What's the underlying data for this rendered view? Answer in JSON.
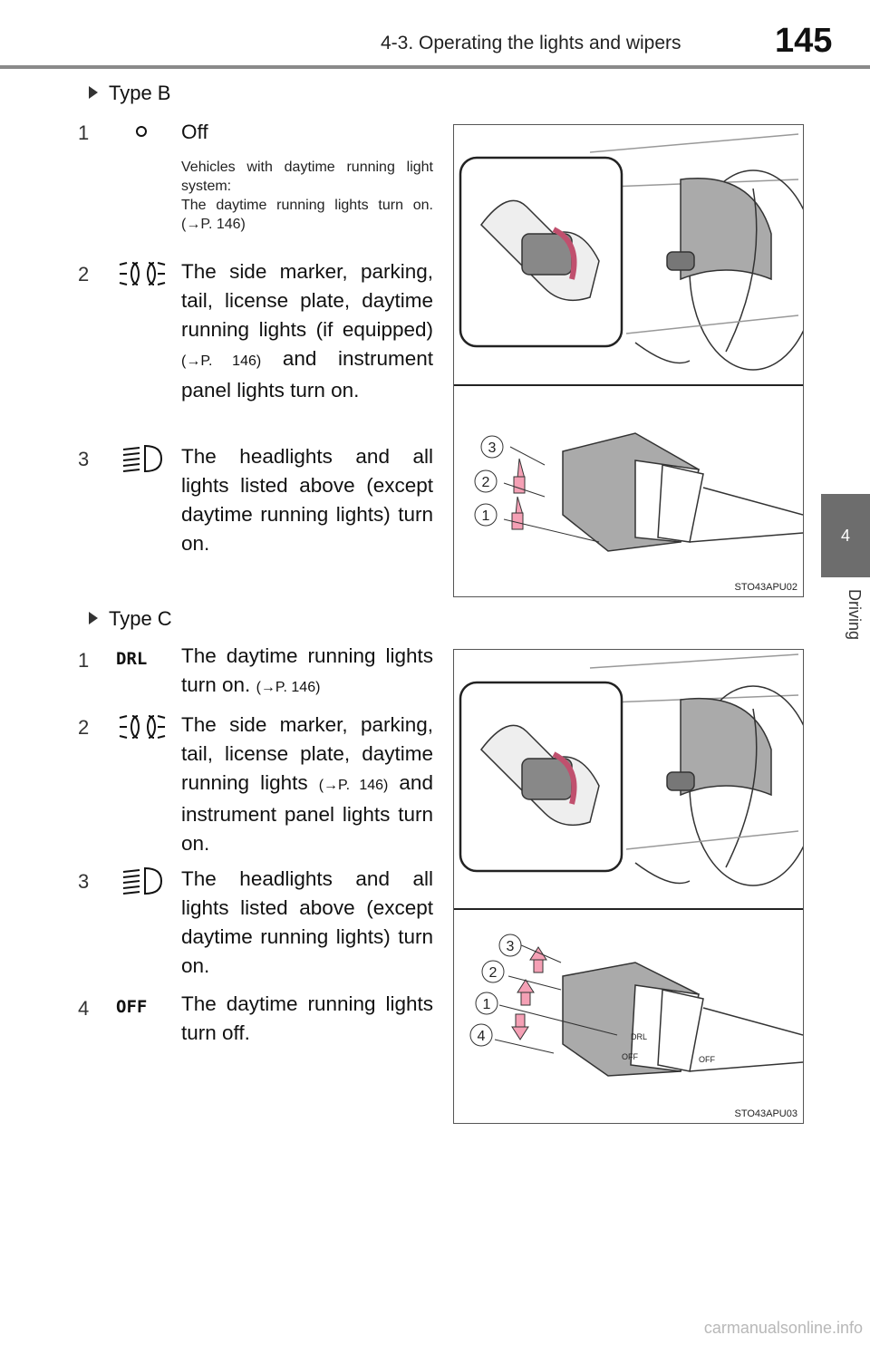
{
  "header": {
    "section": "4-3. Operating the lights and wipers",
    "page_number": "145"
  },
  "side_tab": {
    "chapter_number": "4",
    "chapter_title": "Driving"
  },
  "type_b": {
    "heading": "Type B",
    "items": [
      {
        "num": "1",
        "icon": "off-circle-icon",
        "text": "Off"
      },
      {
        "num": "2",
        "icon": "side-marker-lights-icon",
        "text": "The side marker, parking, tail, license plate, daytime running lights (if equipped)",
        "ref": "(→P. 146)",
        "text_after": "and instrument panel lights turn on."
      },
      {
        "num": "3",
        "icon": "headlight-icon",
        "text": "The headlights and all lights listed above (except daytime running lights) turn on."
      }
    ],
    "note_line1": "Vehicles with daytime running light system:",
    "note_line2": "The daytime running lights turn on.",
    "note_ref": "(→P. 146)",
    "illustration_code": "STO43APU02",
    "illustration_labels": [
      "3",
      "2",
      "1"
    ]
  },
  "type_c": {
    "heading": "Type C",
    "items": [
      {
        "num": "1",
        "icon_text": "DRL",
        "text": "The daytime running lights turn on.",
        "ref": "(→P. 146)"
      },
      {
        "num": "2",
        "icon": "side-marker-lights-icon",
        "text": "The side marker, parking, tail, license plate, daytime running lights",
        "ref": "(→P. 146)",
        "text_after": "and instrument panel lights turn on."
      },
      {
        "num": "3",
        "icon": "headlight-icon",
        "text": "The headlights and all lights listed above (except daytime running lights) turn on."
      },
      {
        "num": "4",
        "icon_text": "OFF",
        "text": "The daytime running lights turn off."
      }
    ],
    "illustration_code": "STO43APU03",
    "illustration_labels": [
      "3",
      "2",
      "1",
      "4"
    ],
    "stalk_labels": [
      "DRL",
      "OFF",
      "OFF"
    ]
  },
  "watermark": "carmanualsonline.info"
}
